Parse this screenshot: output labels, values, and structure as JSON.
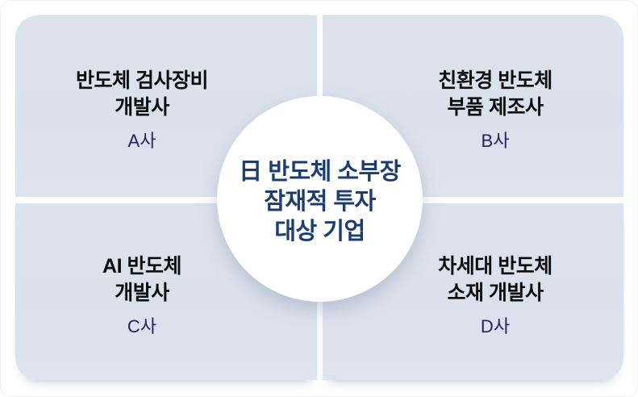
{
  "colors": {
    "background": "#ffffff",
    "panel": "#dde3ed",
    "title": "#0d0d0d",
    "label": "#232166",
    "center": "#1b3d72"
  },
  "center": {
    "lines": [
      "日 반도체 소부장",
      "잠재적 투자",
      "대상 기업"
    ]
  },
  "quadrants": [
    {
      "id": "top-left",
      "title_lines": [
        "반도체 검사장비",
        "개발사"
      ],
      "label": "A사"
    },
    {
      "id": "top-right",
      "title_lines": [
        "친환경 반도체",
        "부품 제조사"
      ],
      "label": "B사"
    },
    {
      "id": "bottom-left",
      "title_lines": [
        "AI 반도체",
        "개발사"
      ],
      "label": "C사"
    },
    {
      "id": "bottom-right",
      "title_lines": [
        "차세대 반도체",
        "소재 개발사"
      ],
      "label": "D사"
    }
  ]
}
